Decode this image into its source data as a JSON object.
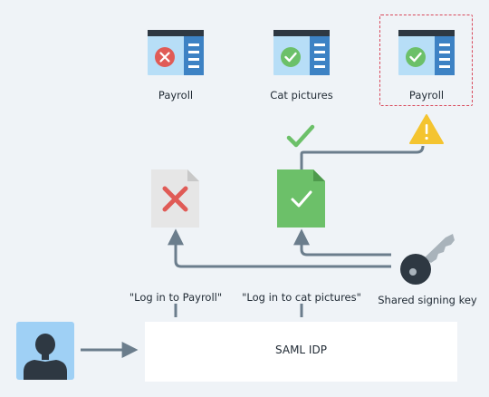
{
  "apps": [
    {
      "label": "Payroll",
      "status": "denied"
    },
    {
      "label": "Cat pictures",
      "status": "allowed"
    },
    {
      "label": "Payroll",
      "status": "allowed"
    }
  ],
  "assertions": [
    {
      "label": "\"Log in to Payroll\"",
      "status": "rejected"
    },
    {
      "label": "\"Log in to cat pictures\"",
      "status": "accepted"
    }
  ],
  "key": {
    "label": "Shared signing key",
    "icon": "key-icon"
  },
  "idp": {
    "label": "SAML IDP"
  },
  "user": {
    "icon": "user-icon"
  },
  "colors": {
    "line": "#6b7d8c",
    "green": "#6cc069",
    "red": "#e05b56",
    "blue": "#4a90d9",
    "warning": "#f4c430"
  }
}
